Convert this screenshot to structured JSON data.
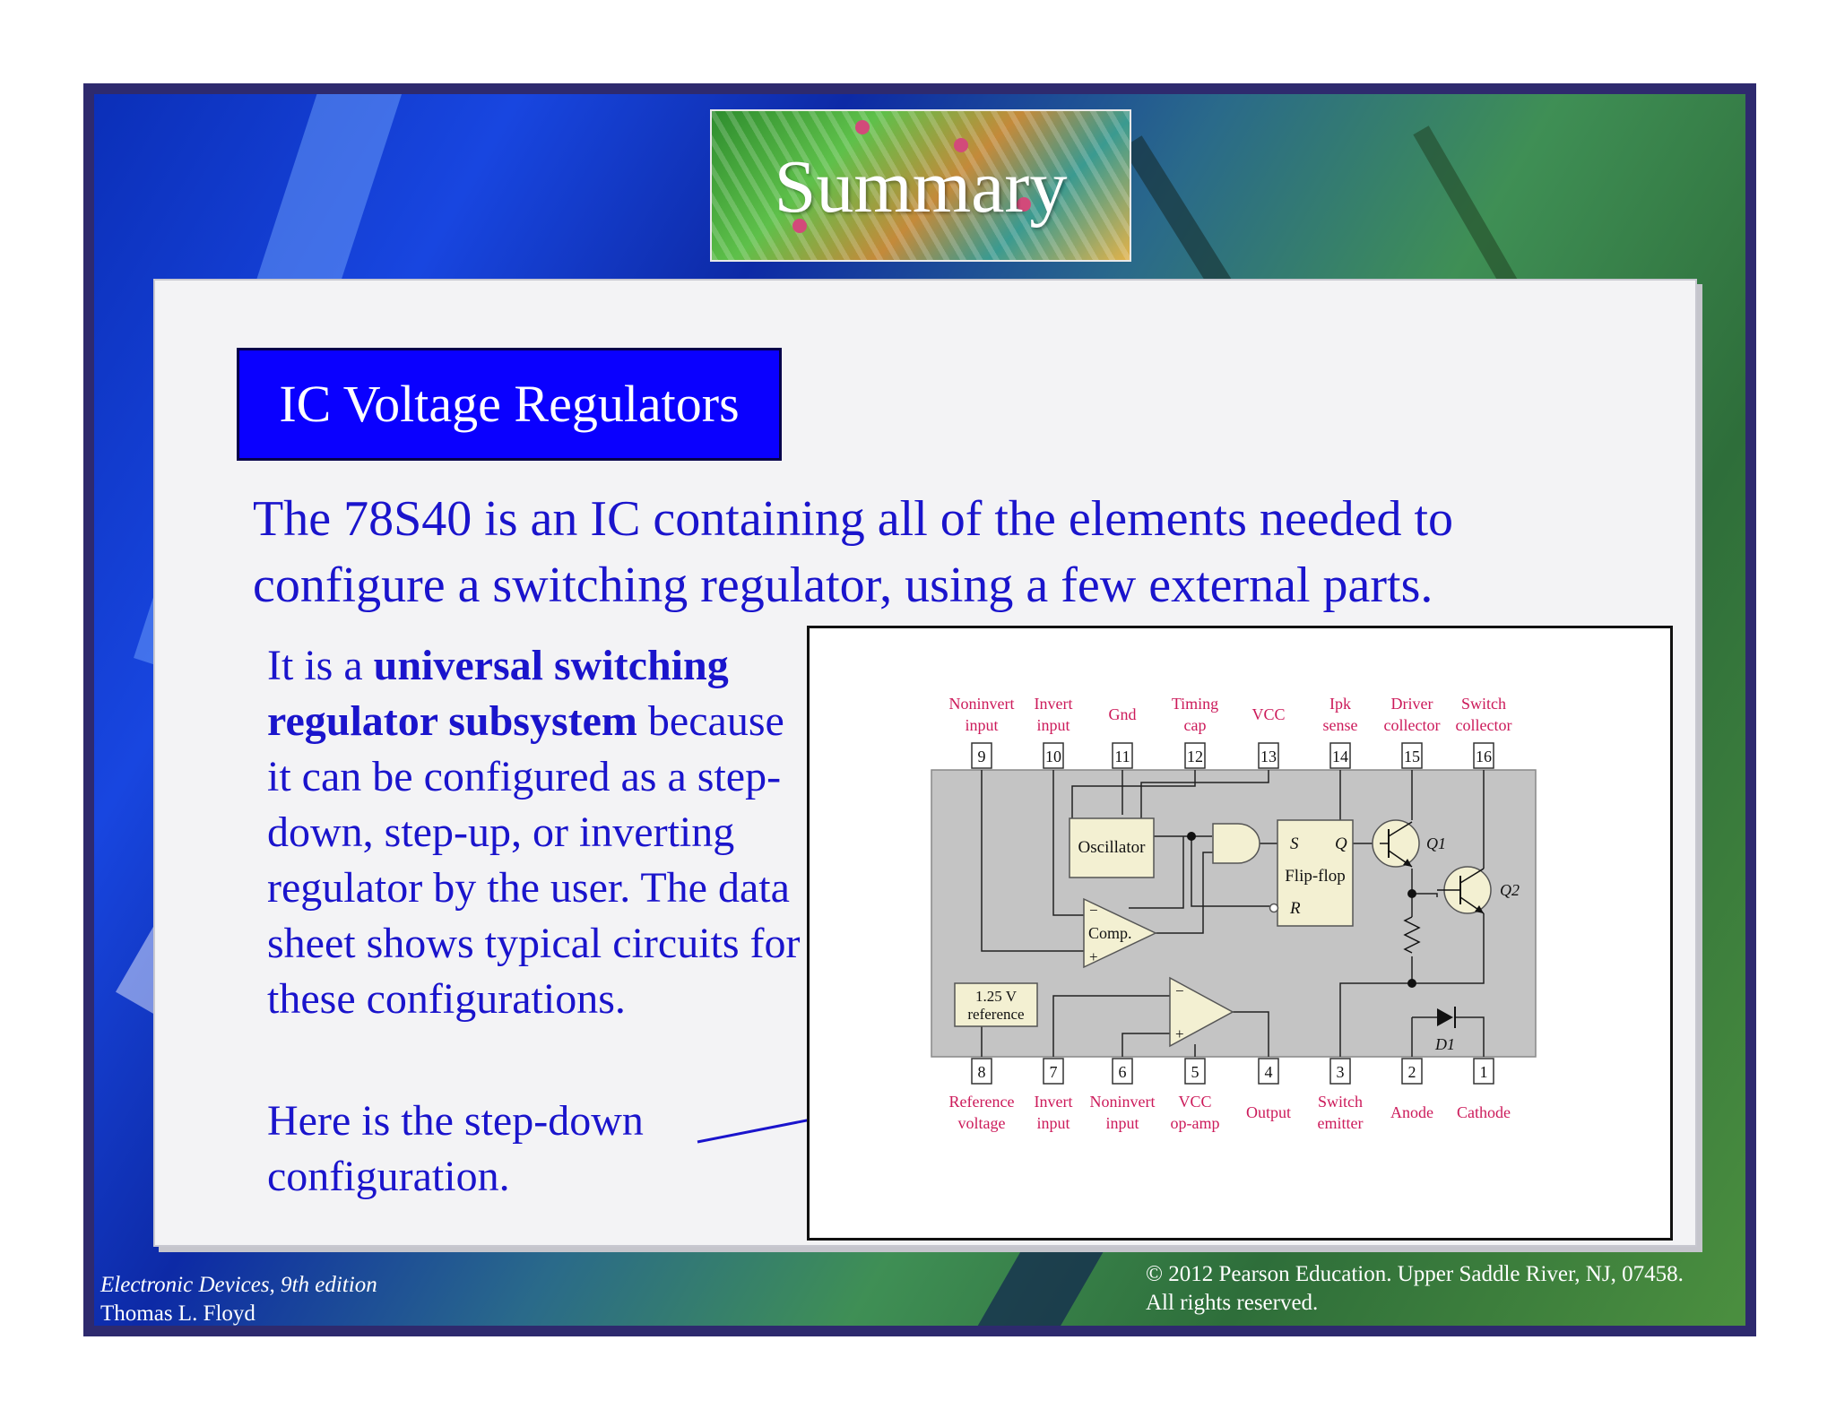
{
  "slide": {
    "title": "Summary",
    "topic": "IC Voltage Regulators",
    "intro": "The 78S40 is an IC containing all of the elements needed to configure a switching regulator, using a few external parts.",
    "para1_prefix": "It is a ",
    "para1_bold": "universal switching regulator subsystem",
    "para1_rest": " because it can be configured as a step-down, step-up, or inverting regulator by the user. The data sheet shows typical circuits for these configurations.",
    "para2": "Here is the step-down configuration."
  },
  "diagram": {
    "top_pins": [
      {
        "num": "9",
        "label1": "Noninvert",
        "label2": "input"
      },
      {
        "num": "10",
        "label1": "Invert",
        "label2": "input"
      },
      {
        "num": "11",
        "label1": "Gnd",
        "label2": ""
      },
      {
        "num": "12",
        "label1": "Timing",
        "label2": "cap"
      },
      {
        "num": "13",
        "label1": "VCC",
        "label2": ""
      },
      {
        "num": "14",
        "label1": "Ipk",
        "label2": "sense"
      },
      {
        "num": "15",
        "label1": "Driver",
        "label2": "collector"
      },
      {
        "num": "16",
        "label1": "Switch",
        "label2": "collector"
      }
    ],
    "bottom_pins": [
      {
        "num": "8",
        "label1": "Reference",
        "label2": "voltage"
      },
      {
        "num": "7",
        "label1": "Invert",
        "label2": "input"
      },
      {
        "num": "6",
        "label1": "Noninvert",
        "label2": "input"
      },
      {
        "num": "5",
        "label1": "VCC",
        "label2": "op-amp"
      },
      {
        "num": "4",
        "label1": "Output",
        "label2": ""
      },
      {
        "num": "3",
        "label1": "Switch",
        "label2": "emitter"
      },
      {
        "num": "2",
        "label1": "Anode",
        "label2": ""
      },
      {
        "num": "1",
        "label1": "Cathode",
        "label2": ""
      }
    ],
    "blocks": {
      "oscillator": "Oscillator",
      "flipflop": "Flip-flop",
      "ff_s": "S",
      "ff_q": "Q",
      "ff_r": "R",
      "comparator": "Comp.",
      "reference_line1": "1.25 V",
      "reference_line2": "reference",
      "q1": "Q1",
      "q2": "Q2",
      "d1": "D1",
      "minus": "−",
      "plus": "+"
    }
  },
  "footer": {
    "book": "Electronic Devices, 9th edition",
    "author": "Thomas L. Floyd",
    "copyright": "© 2012 Pearson Education. Upper Saddle River, NJ,  07458.",
    "rights": "All rights reserved."
  },
  "colors": {
    "text_blue": "#1a14cc",
    "topic_box": "#0a00ff",
    "pin_label": "#cc1a5a",
    "chip_body": "#c4c4c4",
    "block_fill": "#f3f0d2"
  }
}
